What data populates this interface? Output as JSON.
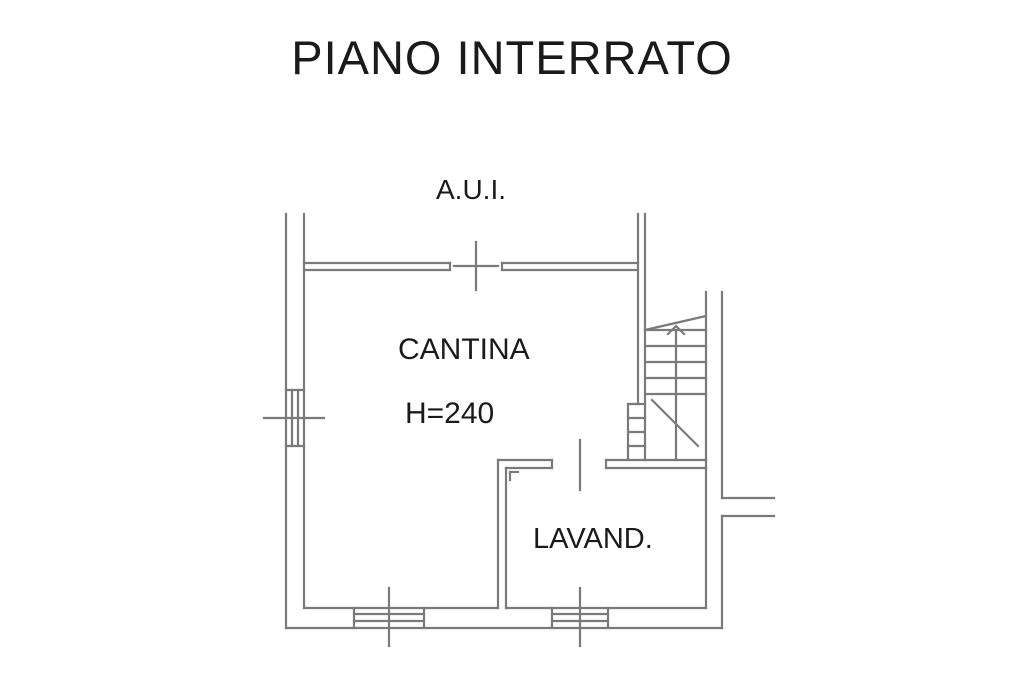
{
  "title": "PIANO INTERRATO",
  "rooms": {
    "external_area": "A.U.I.",
    "cellar_name": "CANTINA",
    "cellar_height": "H=240",
    "laundry_name": "LAVAND."
  },
  "colors": {
    "wall": "#7a7a7a",
    "text": "#1a1a1a",
    "background": "#ffffff"
  }
}
